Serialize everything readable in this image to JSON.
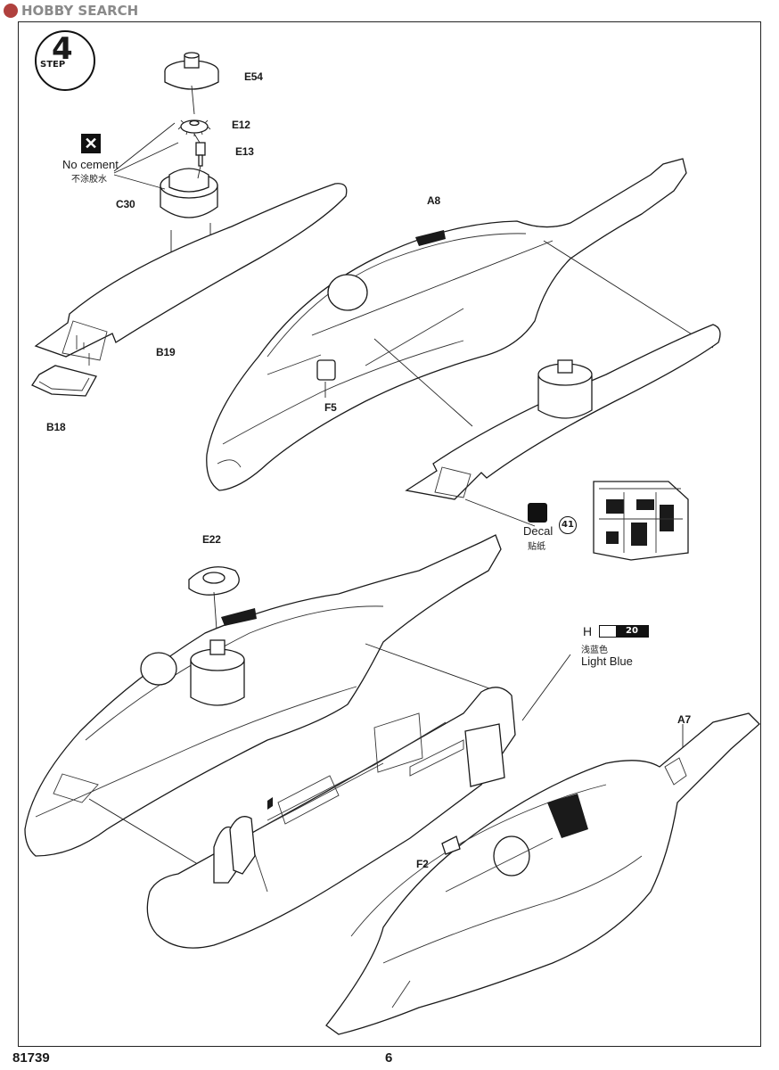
{
  "watermark": {
    "text": "HOBBY SEARCH"
  },
  "step": {
    "number": "4",
    "word": "STEP"
  },
  "parts": {
    "E54": "E54",
    "E12": "E12",
    "E13": "E13",
    "C30": "C30",
    "B19": "B19",
    "B18": "B18",
    "A8": "A8",
    "F5": "F5",
    "E22": "E22",
    "A7": "A7",
    "F2": "F2"
  },
  "no_cement": {
    "label_en": "No cement",
    "label_cn": "不涂胶水"
  },
  "decal": {
    "label_en": "Decal",
    "label_cn": "贴纸",
    "number": "41"
  },
  "color": {
    "letter": "H",
    "code": "20",
    "name_cn": "浅蓝色",
    "name_en": "Light Blue",
    "swatch": "#ffffff"
  },
  "footer": {
    "product_code": "81739",
    "page_number": "6"
  }
}
